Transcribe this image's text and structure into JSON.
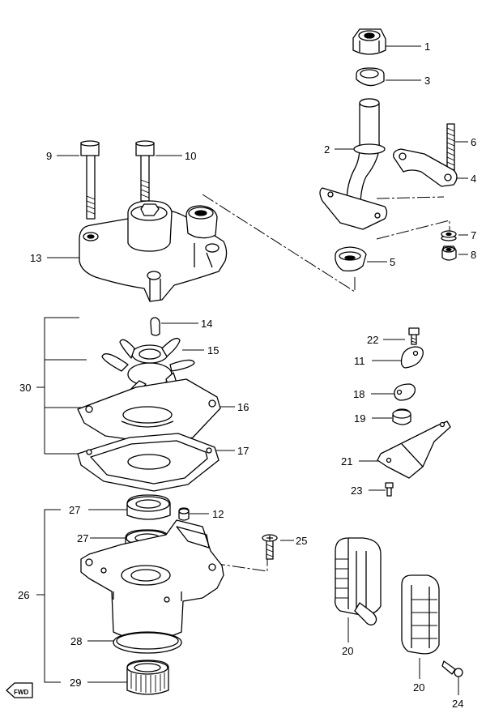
{
  "diagram": {
    "callouts": [
      {
        "id": "c1",
        "number": "1"
      },
      {
        "id": "c3",
        "number": "3"
      },
      {
        "id": "c2",
        "number": "2"
      },
      {
        "id": "c6",
        "number": "6"
      },
      {
        "id": "c4",
        "number": "4"
      },
      {
        "id": "c9",
        "number": "9"
      },
      {
        "id": "c10",
        "number": "10"
      },
      {
        "id": "c7",
        "number": "7"
      },
      {
        "id": "c8",
        "number": "8"
      },
      {
        "id": "c13",
        "number": "13"
      },
      {
        "id": "c5",
        "number": "5"
      },
      {
        "id": "c14",
        "number": "14"
      },
      {
        "id": "c15",
        "number": "15"
      },
      {
        "id": "c22",
        "number": "22"
      },
      {
        "id": "c11",
        "number": "11"
      },
      {
        "id": "c30",
        "number": "30"
      },
      {
        "id": "c18",
        "number": "18"
      },
      {
        "id": "c16",
        "number": "16"
      },
      {
        "id": "c19",
        "number": "19"
      },
      {
        "id": "c17",
        "number": "17"
      },
      {
        "id": "c21",
        "number": "21"
      },
      {
        "id": "c23",
        "number": "23"
      },
      {
        "id": "c27a",
        "number": "27"
      },
      {
        "id": "c12",
        "number": "12"
      },
      {
        "id": "c27b",
        "number": "27"
      },
      {
        "id": "c25",
        "number": "25"
      },
      {
        "id": "c26",
        "number": "26"
      },
      {
        "id": "c28",
        "number": "28"
      },
      {
        "id": "c20a",
        "number": "20"
      },
      {
        "id": "c29",
        "number": "29"
      },
      {
        "id": "c20b",
        "number": "20"
      },
      {
        "id": "c24",
        "number": "24"
      }
    ],
    "fwd_label": "FWD"
  }
}
